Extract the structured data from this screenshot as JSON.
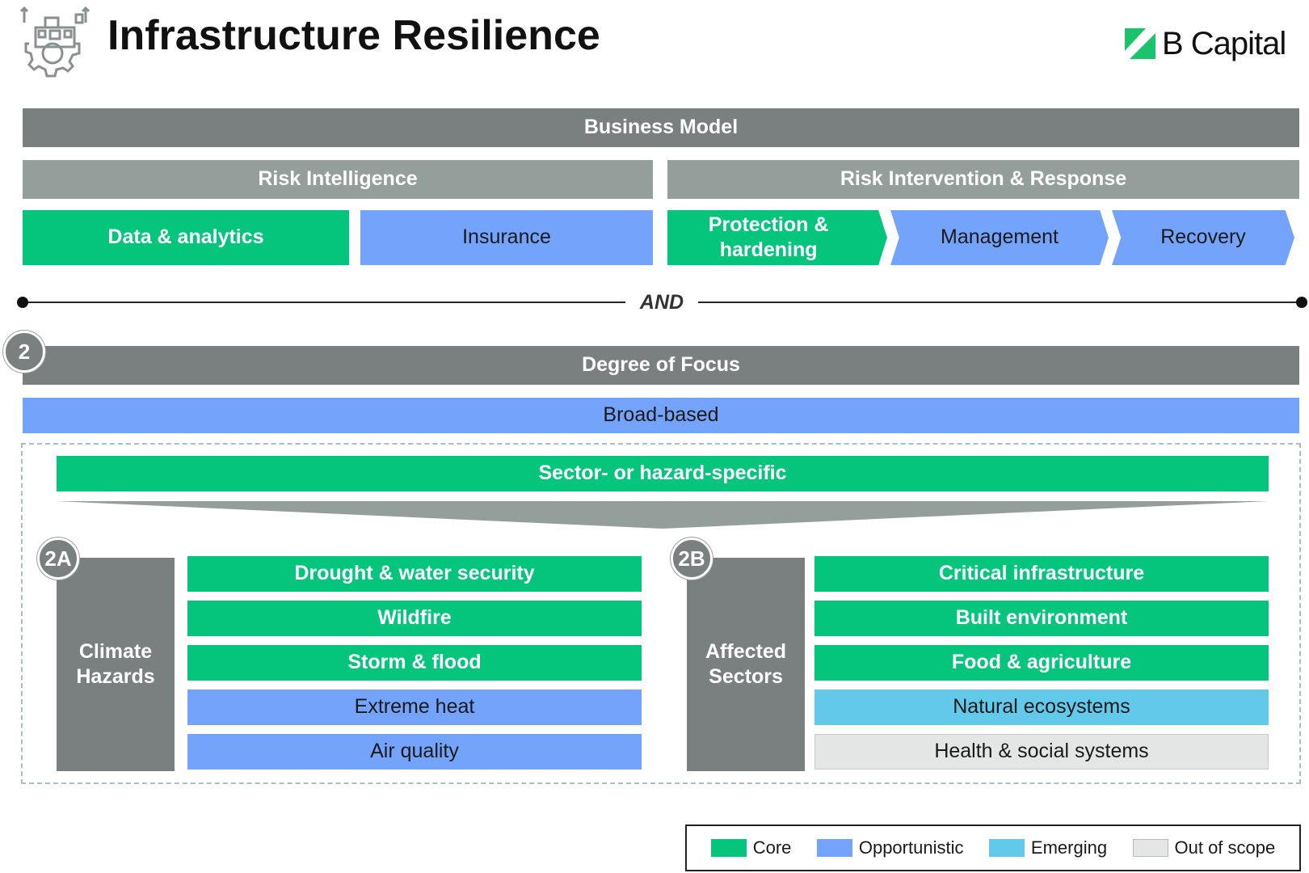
{
  "header": {
    "title": "Infrastructure Resilience",
    "logo_text": "B Capital"
  },
  "business_model": {
    "label": "Business Model",
    "left_group": "Risk Intelligence",
    "right_group": "Risk Intervention & Response",
    "items": [
      {
        "label": "Data & analytics",
        "status": "Core"
      },
      {
        "label": "Insurance",
        "status": "Opportunistic"
      },
      {
        "label": "Protection & hardening",
        "line1": "Protection &",
        "line2": "hardening",
        "status": "Core"
      },
      {
        "label": "Management",
        "status": "Opportunistic"
      },
      {
        "label": "Recovery",
        "status": "Opportunistic"
      }
    ]
  },
  "connector": {
    "label": "AND"
  },
  "focus": {
    "badge": "2",
    "label": "Degree of Focus",
    "broad": "Broad-based",
    "specific": "Sector- or hazard-specific"
  },
  "hazards": {
    "badge": "2A",
    "title_line1": "Climate",
    "title_line2": "Hazards",
    "items": [
      {
        "label": "Drought & water security",
        "status": "Core"
      },
      {
        "label": "Wildfire",
        "status": "Core"
      },
      {
        "label": "Storm & flood",
        "status": "Core"
      },
      {
        "label": "Extreme heat",
        "status": "Opportunistic"
      },
      {
        "label": "Air quality",
        "status": "Opportunistic"
      }
    ]
  },
  "sectors": {
    "badge": "2B",
    "title_line1": "Affected",
    "title_line2": "Sectors",
    "items": [
      {
        "label": "Critical infrastructure",
        "status": "Core"
      },
      {
        "label": "Built environment",
        "status": "Core"
      },
      {
        "label": "Food & agriculture",
        "status": "Core"
      },
      {
        "label": "Natural ecosystems",
        "status": "Emerging"
      },
      {
        "label": "Health & social systems",
        "status": "Out of scope"
      }
    ]
  },
  "legend": {
    "items": [
      {
        "label": "Core",
        "color": "#05c57d"
      },
      {
        "label": "Opportunistic",
        "color": "#74a3fb"
      },
      {
        "label": "Emerging",
        "color": "#63c9ea"
      },
      {
        "label": "Out of scope",
        "color": "#e4e6e5"
      }
    ]
  },
  "colors": {
    "core": "#05c57d",
    "opportunistic": "#74a3fb",
    "emerging": "#63c9ea",
    "out_of_scope": "#e4e6e5",
    "header_gray": "#7a8080",
    "group_gray": "#949e9b",
    "logo_green": "#1cc36d"
  },
  "icons": {
    "title_icon": "factory-gear-icon",
    "logo_icon": "b-capital-logo-icon"
  }
}
